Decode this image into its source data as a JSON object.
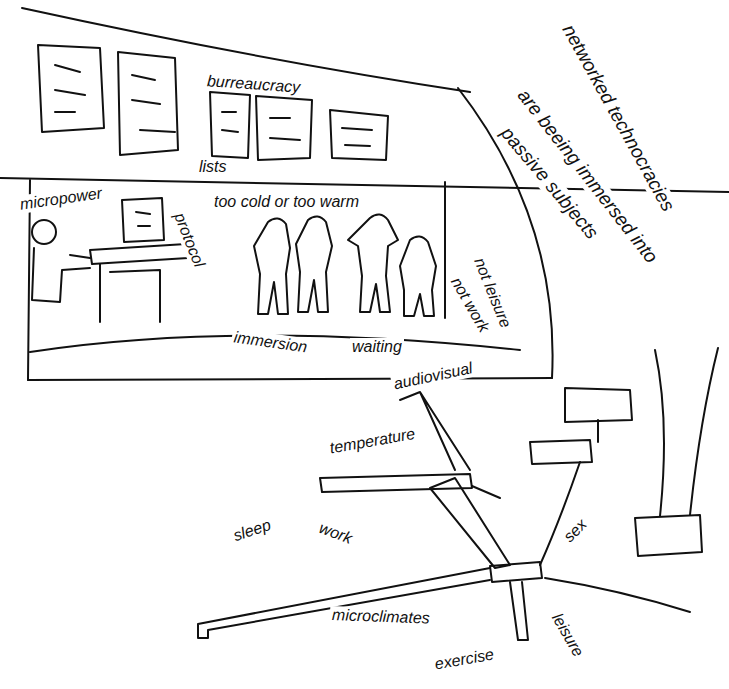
{
  "diagram": {
    "labels": [
      "burreaucracy",
      "lists",
      "networked technocracies",
      "are beeing immersed into",
      "passive subjects",
      "micropower",
      "protocol",
      "too cold or too warm",
      "not leisure",
      "not work",
      "immersion",
      "waiting",
      "audiovisual",
      "temperature",
      "sleep",
      "work",
      "microclimates",
      "exercise",
      "leisure",
      "sex"
    ]
  }
}
